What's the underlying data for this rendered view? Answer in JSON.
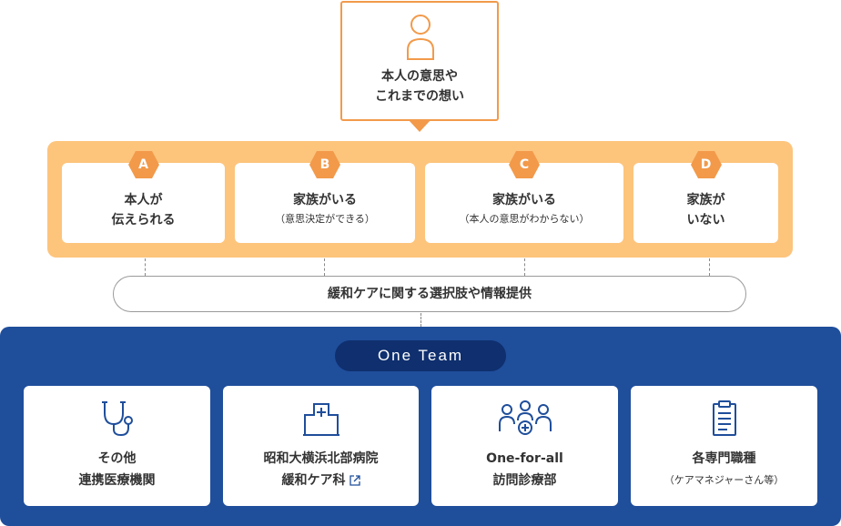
{
  "top_box": {
    "line1": "本人の意思や",
    "line2": "これまでの想い",
    "accent_color": "#f29a4a"
  },
  "cases": [
    {
      "letter": "A",
      "line1": "本人が",
      "line2": "伝えられる"
    },
    {
      "letter": "B",
      "line1": "家族がいる",
      "line2": "（意思決定ができる）"
    },
    {
      "letter": "C",
      "line1": "家族がいる",
      "line2": "（本人の意思がわからない）"
    },
    {
      "letter": "D",
      "line1": "家族が",
      "line2": "いない"
    }
  ],
  "case_band_color": "#fdc47c",
  "pill_text": "緩和ケアに関する選択肢や情報提供",
  "team": {
    "badge": "One Team",
    "panel_color": "#1f4e9b",
    "members": [
      {
        "icon": "stethoscope-icon",
        "line1": "その他",
        "line2": "連携医療機関"
      },
      {
        "icon": "hospital-icon",
        "line1": "昭和大横浜北部病院",
        "line2": "緩和ケア科"
      },
      {
        "icon": "team-people-icon",
        "line1": "One-for-all",
        "line2": "訪問診療部"
      },
      {
        "icon": "clipboard-icon",
        "line1": "各専門職種",
        "line2": "（ケアマネジャーさん等）"
      }
    ]
  }
}
